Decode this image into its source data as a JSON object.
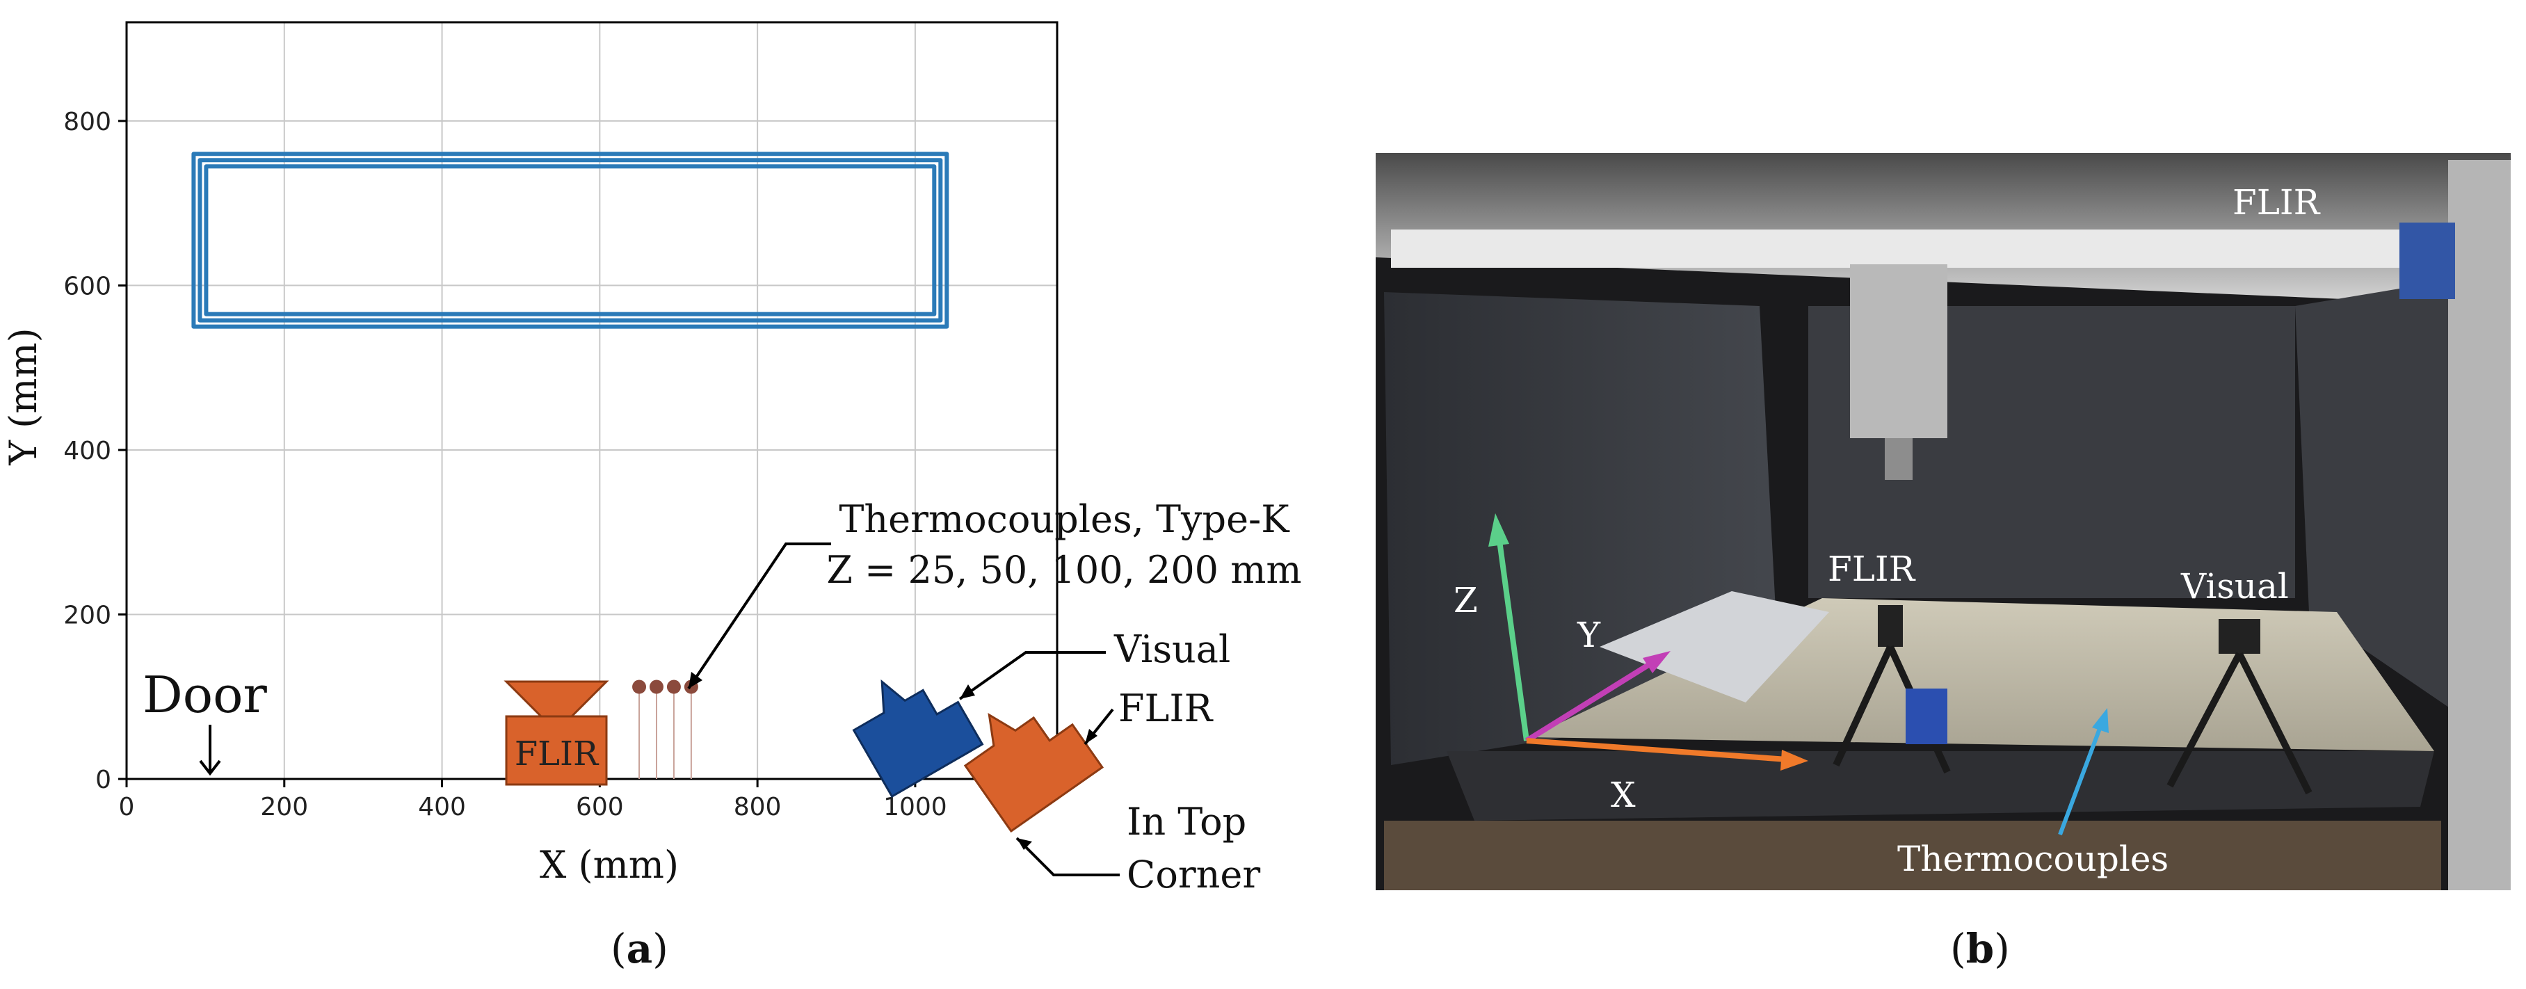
{
  "panel_a": {
    "caption_letter": "a",
    "chart_data": {
      "type": "line",
      "xlabel": "X (mm)",
      "ylabel": "Y (mm)",
      "xlim": [
        0,
        1180
      ],
      "ylim": [
        0,
        920
      ],
      "x_ticks": [
        0,
        200,
        400,
        600,
        800,
        1000
      ],
      "y_ticks": [
        0,
        200,
        400,
        600,
        800
      ],
      "grid": true,
      "series": [
        {
          "description": "print path loops",
          "x": [
            1040,
            1040,
            85,
            85,
            1040,
            1040
          ],
          "y": [
            590,
            760,
            760,
            550,
            550,
            710
          ]
        }
      ],
      "path_color": "#2a7ab8"
    },
    "annotations": {
      "door": "Door",
      "flir": "FLIR",
      "visual": "Visual",
      "flir_top": "FLIR",
      "in_top_corner_1": "In Top",
      "in_top_corner_2": "Corner",
      "thermo_line1": "Thermocouples, Type-K",
      "thermo_line2": "Z = 25, 50, 100, 200 mm"
    },
    "colors": {
      "orange": "#d9622b",
      "blue": "#1b4f9c",
      "thermo_dot": "#8b4a3c"
    }
  },
  "panel_b": {
    "caption_letter": "b",
    "labels": {
      "flir_top": "FLIR",
      "flir_mid": "FLIR",
      "visual": "Visual",
      "z": "Z",
      "y": "Y",
      "x": "X",
      "thermocouples": "Thermocouples"
    },
    "colors": {
      "z_axis": "#5bd08a",
      "y_axis": "#c23fb6",
      "x_axis": "#f07a2a",
      "thermo_arrow": "#3aa8e0"
    }
  }
}
